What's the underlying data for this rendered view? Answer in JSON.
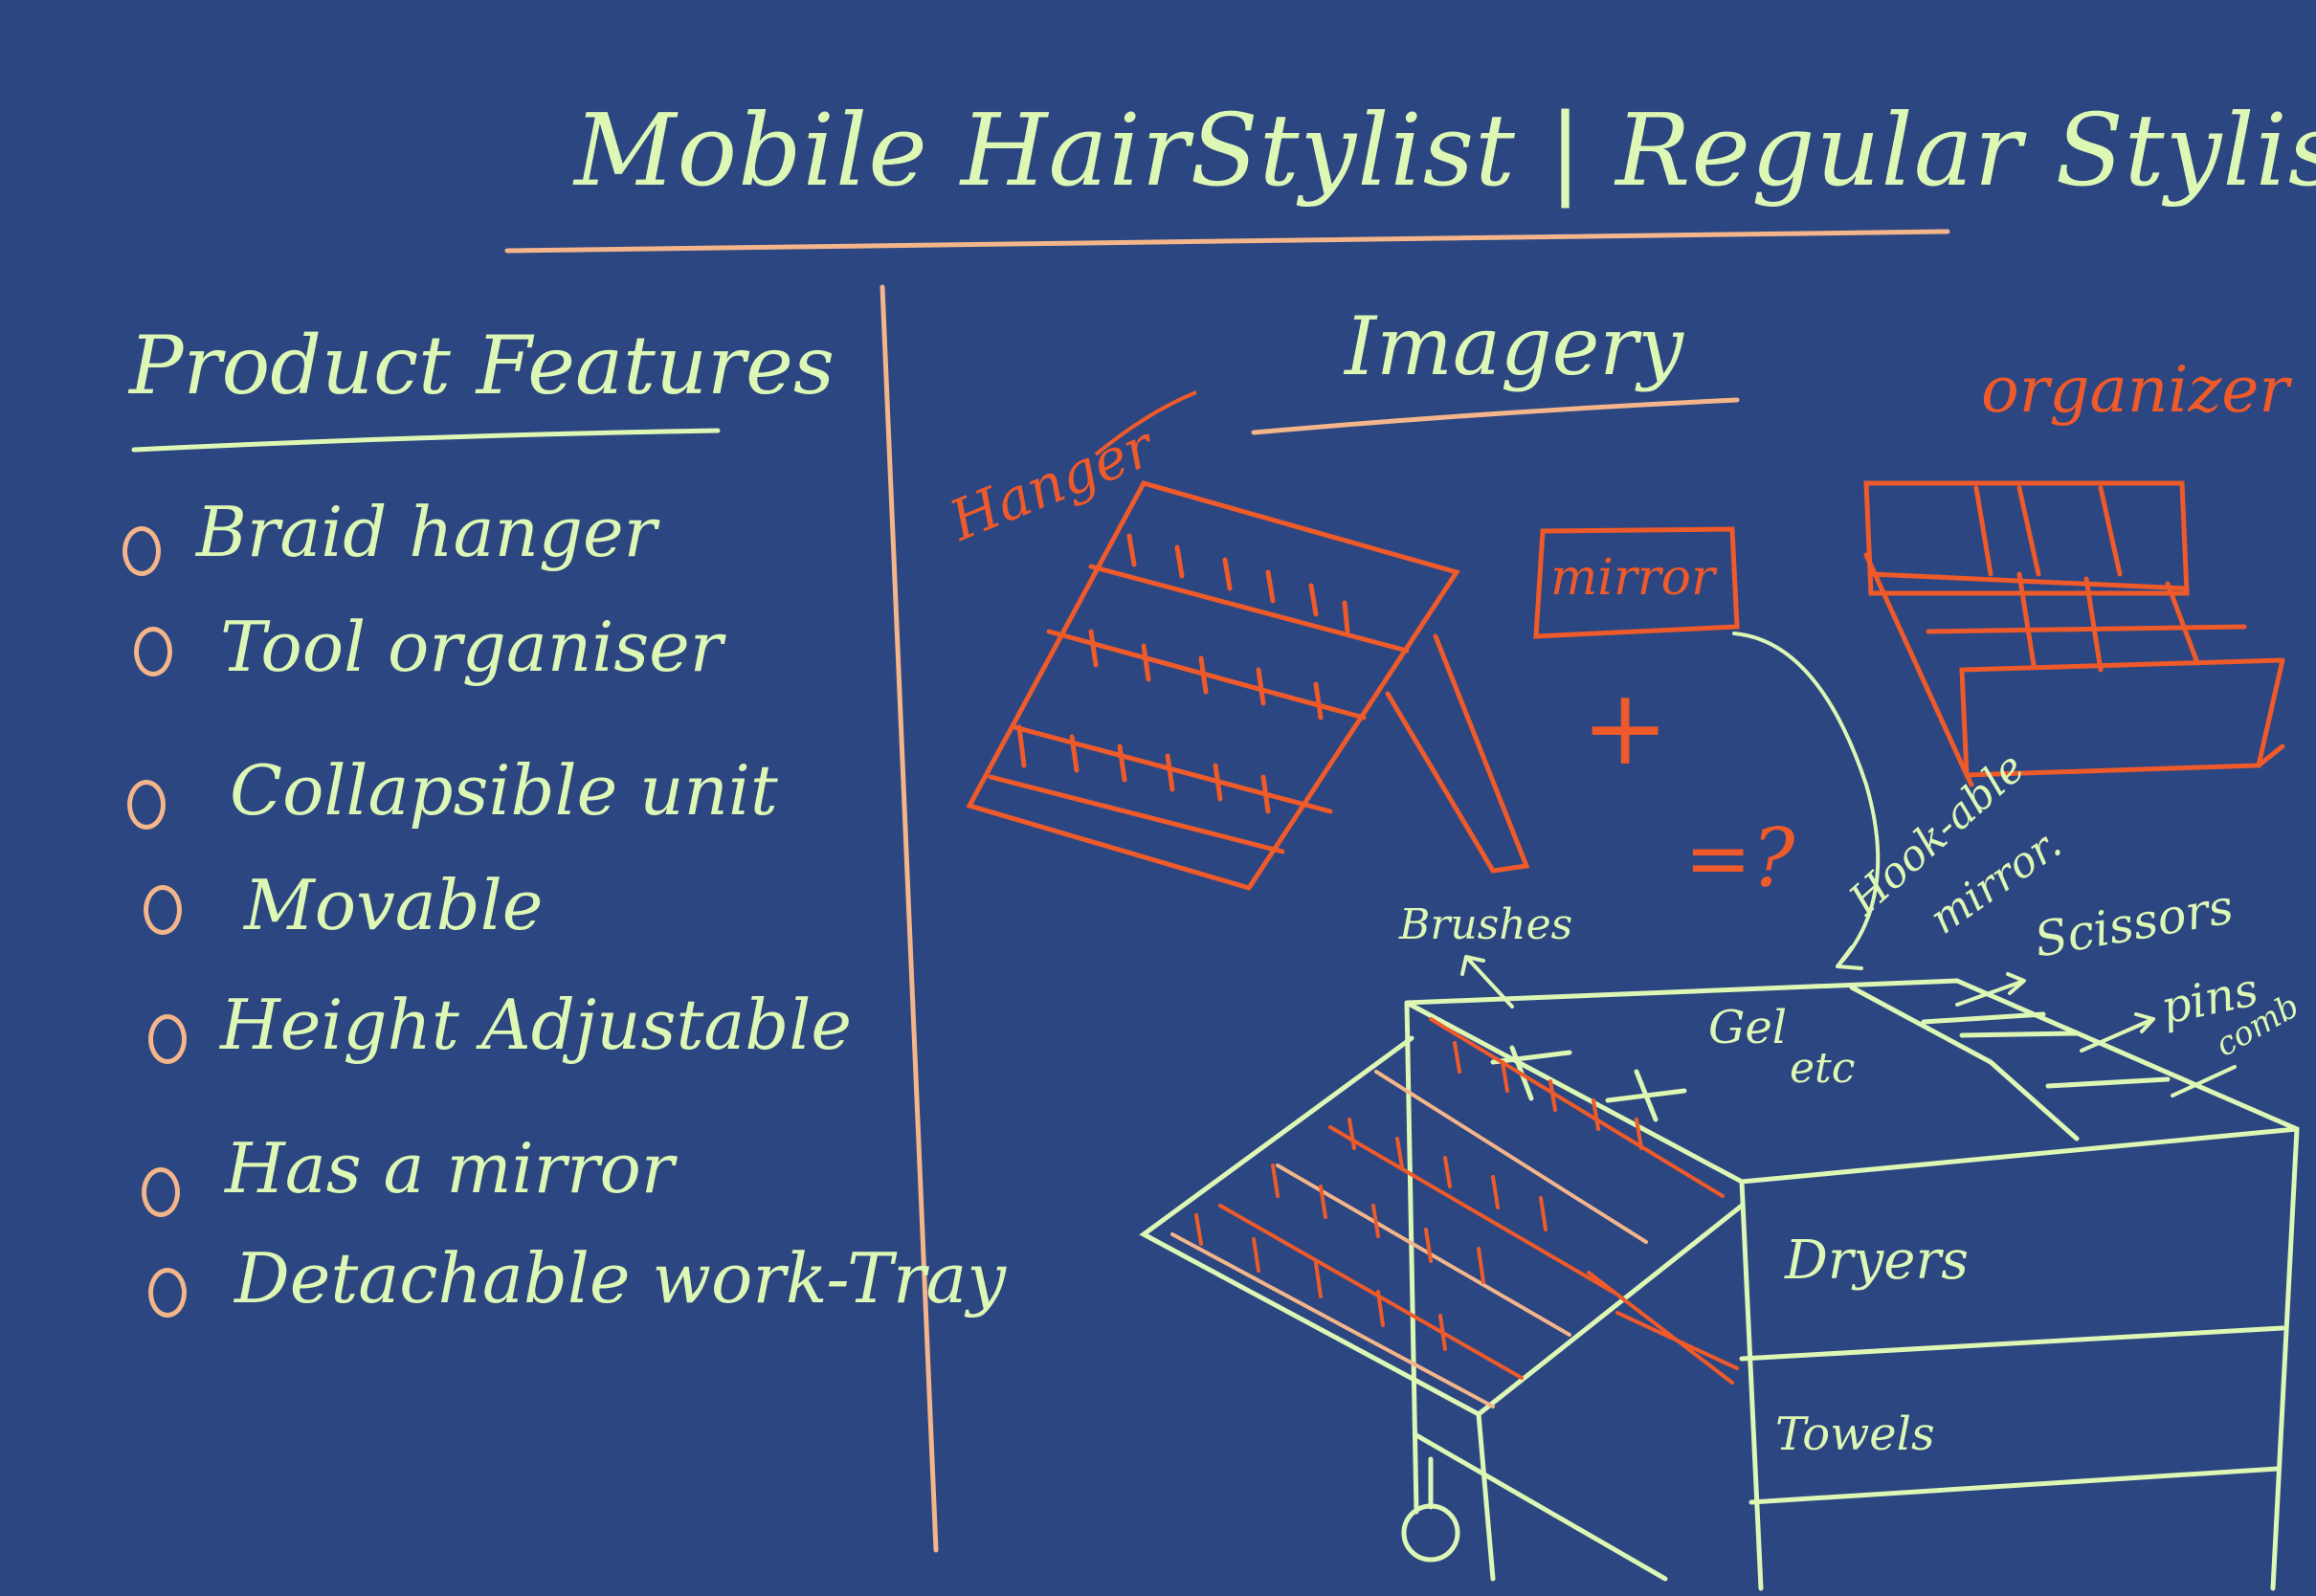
{
  "title": "Mobile HairStylist | Regular Stylist",
  "features": {
    "heading": "Product Features",
    "items": [
      "Braid hanger",
      "Tool organiser",
      "Collapsible unit",
      "Movable",
      "Height Adjustable",
      "Has a mirror",
      "Detachable work-Tray"
    ]
  },
  "imagery": {
    "heading": "Imagery",
    "hanger_label": "Hanger",
    "mirror_label": "mirror",
    "organizer_label": "organizer",
    "plus_sign": "+",
    "equals_question": "=?",
    "cart_labels": {
      "brushes": "Brushes",
      "hookable_mirror_line1": "Hook-able",
      "hookable_mirror_line2": "mirror.",
      "scissors": "Scissors",
      "pins": "pins",
      "comb": "comb",
      "gel_line1": "Gel",
      "gel_line2": "etc",
      "dryers": "Dryers",
      "towels": "Towels"
    }
  },
  "colors": {
    "background": "#2c4682",
    "ink_green": "#ddf7b5",
    "ink_orange": "#ee5a2a",
    "ink_peach": "#f3b589"
  }
}
